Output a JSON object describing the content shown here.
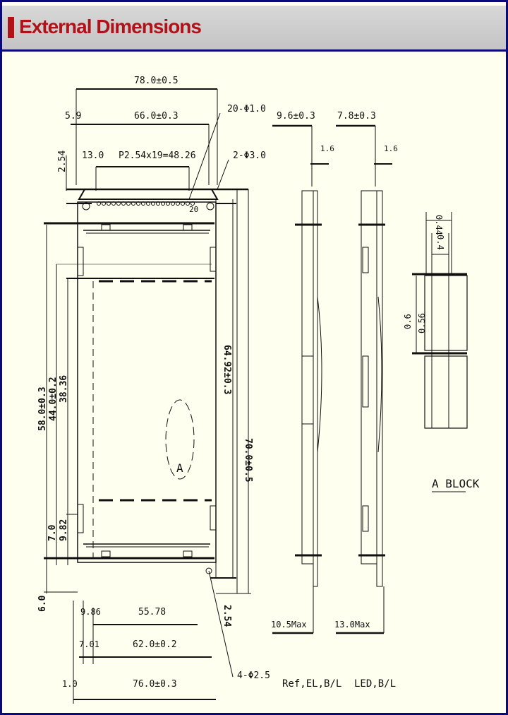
{
  "header": {
    "title": "External Dimensions"
  },
  "dims": {
    "top": {
      "overall_width": "78.0±0.5",
      "board_width": "66.0±0.3",
      "pitch": "P2.54x19=48.26",
      "pin_offset": "13.0",
      "left_off": "5.9",
      "left_v": "2.54",
      "holes_pins": "20-Φ1.0",
      "mount_holes": "2-Φ3.0",
      "mark_20": "20"
    },
    "left": {
      "h1": "58.0±0.3",
      "h2": "44.0±0.2",
      "h3": "38.36",
      "h4": "7.0",
      "h5": "9.82",
      "bottom_edge": "6.0"
    },
    "right": {
      "h_overall": "70.0±0.5",
      "h_board": "64.92±0.3",
      "pin_v": "2.54"
    },
    "bottom": {
      "d1": "9.86",
      "d2": "55.78",
      "d3": "7.01",
      "d4": "62.0±0.2",
      "d5": "1.0",
      "d6": "76.0±0.3",
      "holes": "4-Φ2.5"
    },
    "side1": {
      "depth": "9.6±0.3",
      "thick": "1.6",
      "max": "10.5Max",
      "label": "Ref,EL,B/L"
    },
    "side2": {
      "depth": "7.8±0.3",
      "thick": "1.6",
      "max": "13.0Max",
      "label": "LED,B/L"
    },
    "block": {
      "w1": "0.44",
      "w2": "0.4",
      "h1": "0.6",
      "h2": "0.56",
      "label": "A BLOCK"
    },
    "detail_marker": "A"
  }
}
